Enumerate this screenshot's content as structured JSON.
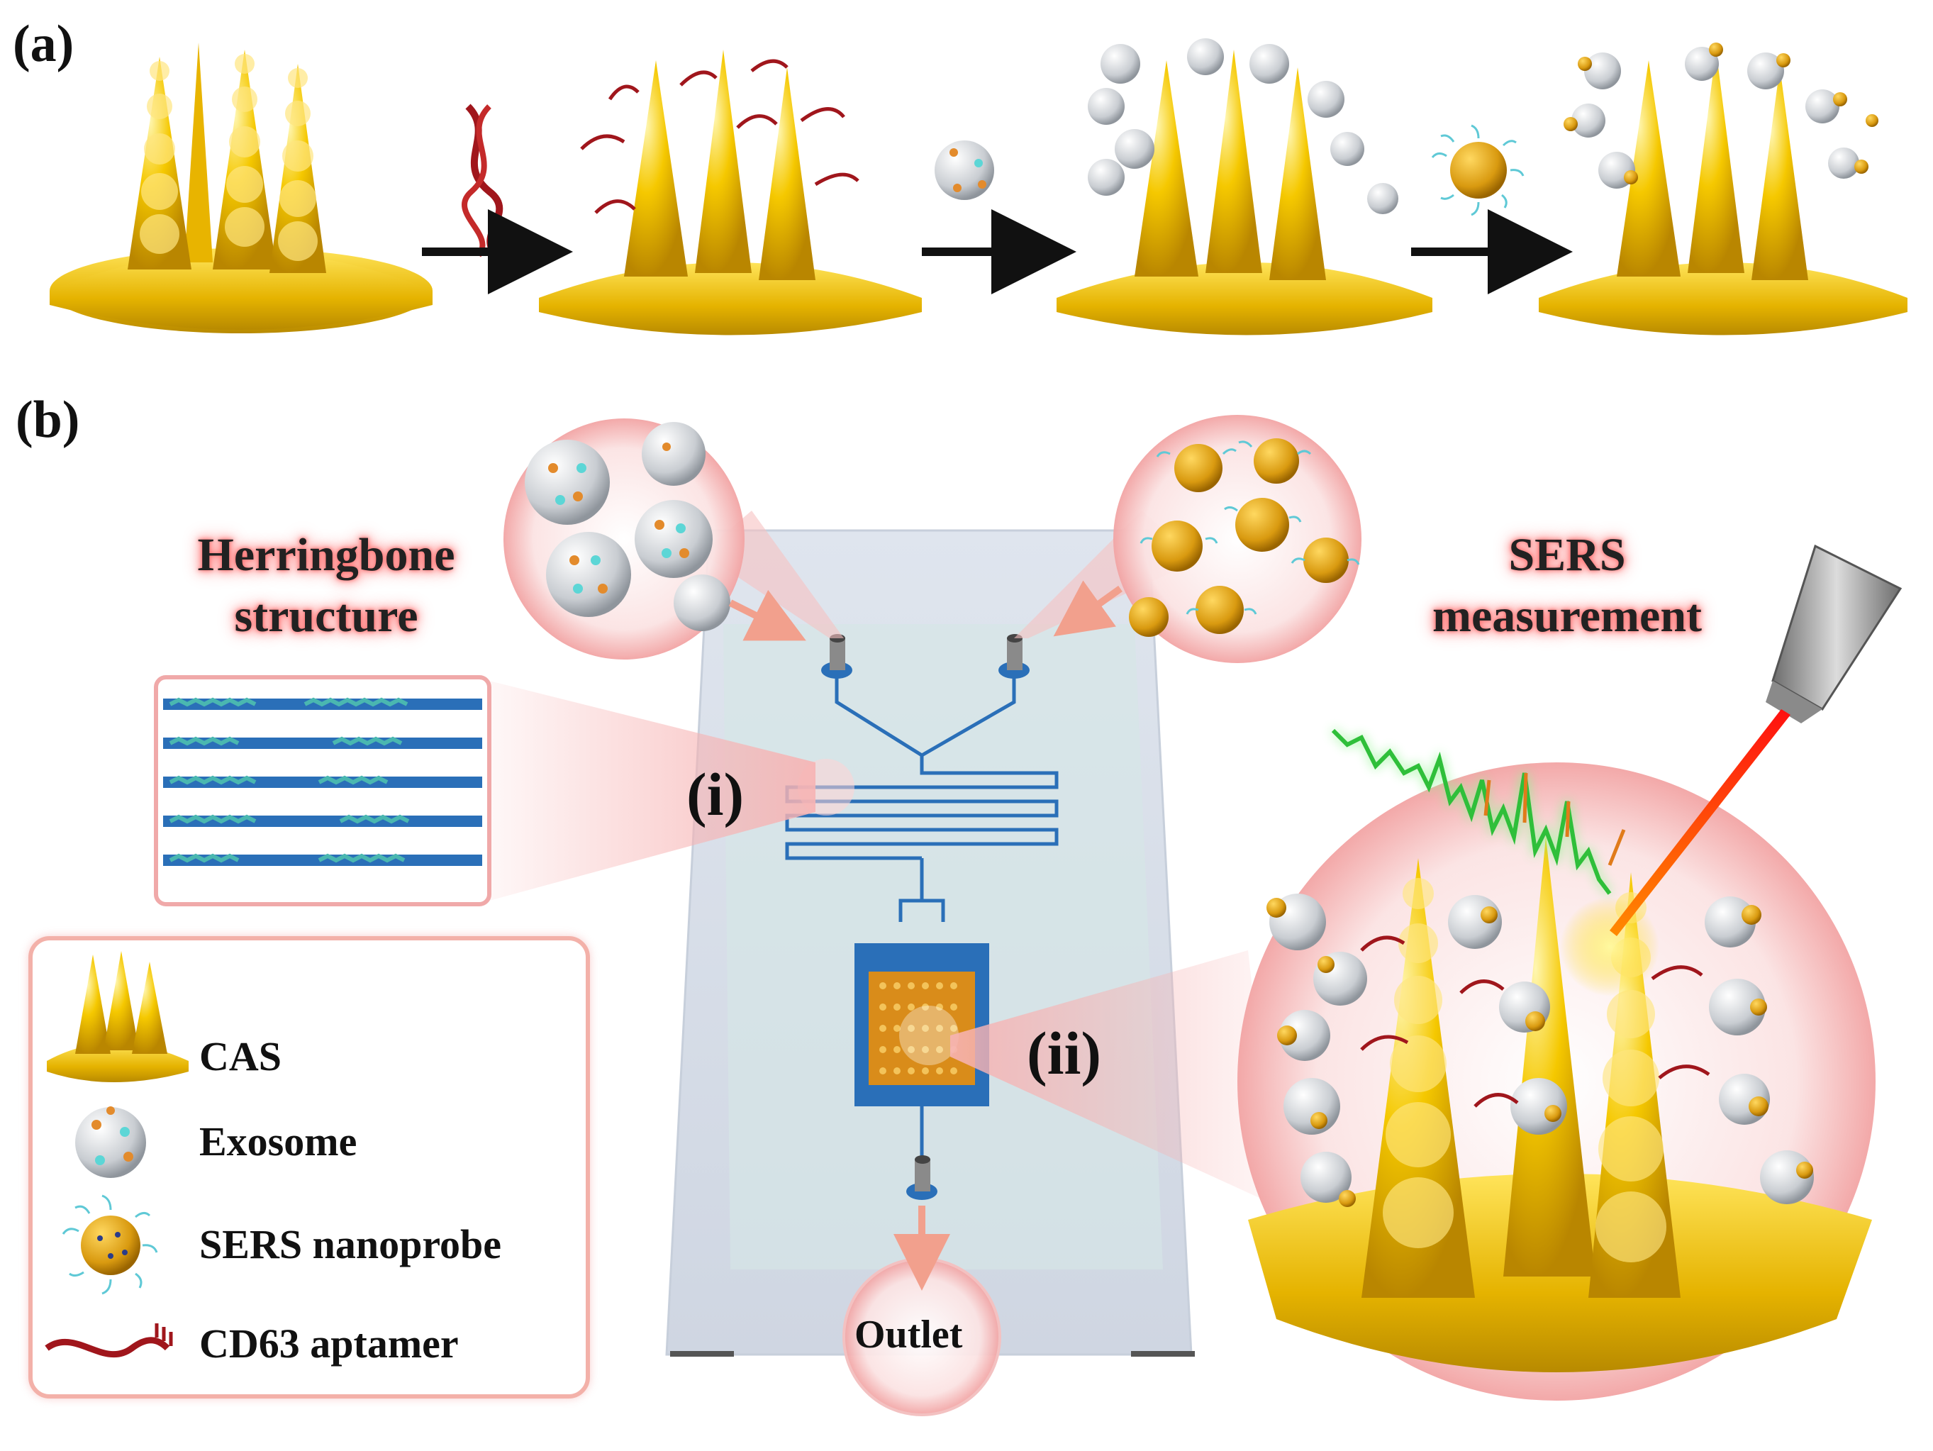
{
  "panel_a": {
    "label": "(a)"
  },
  "panel_b": {
    "label": "(b)",
    "herringbone_callout": [
      "Herringbone",
      "structure"
    ],
    "sers_callout": [
      "SERS",
      "measurement"
    ],
    "region_i": "(i)",
    "region_ii": "(ii)",
    "outlet": "Outlet"
  },
  "legend": {
    "items": [
      {
        "label": "CAS",
        "icon": "cas-icon"
      },
      {
        "label": "Exosome",
        "icon": "exosome-icon"
      },
      {
        "label": "SERS nanoprobe",
        "icon": "sers-nanoprobe-icon"
      },
      {
        "label": "CD63 aptamer",
        "icon": "cd63-aptamer-icon"
      }
    ]
  },
  "colors": {
    "gold": "#e8b400",
    "gold_light": "#ffe36a",
    "exosome": "#c8cdd3",
    "aptamer": "#a0161c",
    "chip": "#d6dde8",
    "channel": "#2a6fb8",
    "laser": "#ff1a1a",
    "spectrum": "#2fbf3a",
    "callout_glow": "#ff6a6a"
  }
}
